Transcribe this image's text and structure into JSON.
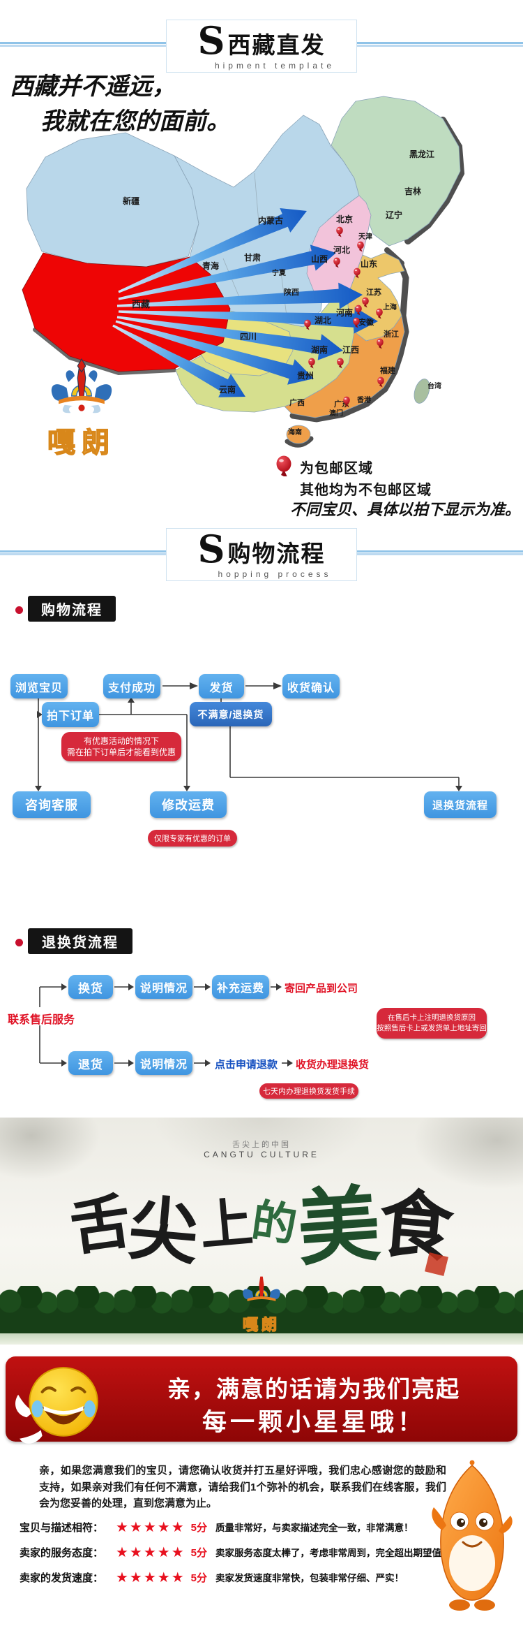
{
  "header1": {
    "s_prefix": "S",
    "title": "西藏直发",
    "subtitle": "hipment template"
  },
  "intro": {
    "line1": "西藏并不遥远，",
    "line2": "我就在您的面前。"
  },
  "map": {
    "tibet_color": "#ee0505",
    "provinces": [
      {
        "name": "黑龙江",
        "pinned": false
      },
      {
        "name": "吉林",
        "pinned": false
      },
      {
        "name": "辽宁",
        "pinned": false
      },
      {
        "name": "新疆",
        "pinned": false
      },
      {
        "name": "内蒙古",
        "pinned": false
      },
      {
        "name": "青海",
        "pinned": false
      },
      {
        "name": "甘肃",
        "pinned": false
      },
      {
        "name": "宁夏",
        "pinned": false
      },
      {
        "name": "陕西",
        "pinned": false
      },
      {
        "name": "北京",
        "pinned": true
      },
      {
        "name": "天津",
        "pinned": true
      },
      {
        "name": "山西",
        "pinned": false
      },
      {
        "name": "河北",
        "pinned": true
      },
      {
        "name": "山东",
        "pinned": true
      },
      {
        "name": "江苏",
        "pinned": true
      },
      {
        "name": "上海",
        "pinned": true
      },
      {
        "name": "安徽",
        "pinned": true
      },
      {
        "name": "浙江",
        "pinned": true
      },
      {
        "name": "河南",
        "pinned": true
      },
      {
        "name": "湖北",
        "pinned": true
      },
      {
        "name": "湖南",
        "pinned": true
      },
      {
        "name": "江西",
        "pinned": true
      },
      {
        "name": "福建",
        "pinned": true
      },
      {
        "name": "贵州",
        "pinned": false
      },
      {
        "name": "四川",
        "pinned": false
      },
      {
        "name": "云南",
        "pinned": false
      },
      {
        "name": "广西",
        "pinned": false
      },
      {
        "name": "广东",
        "pinned": true
      },
      {
        "name": "香港",
        "pinned": false
      },
      {
        "name": "澳门",
        "pinned": false
      },
      {
        "name": "台湾",
        "pinned": false
      },
      {
        "name": "海南",
        "pinned": false
      },
      {
        "name": "西藏",
        "pinned": false
      }
    ],
    "legend": {
      "line1": "为包邮区域",
      "line2": "其他均为不包邮区域"
    },
    "note": "不同宝贝、具体以拍下显示为准。"
  },
  "logo": {
    "text": "嘎朗"
  },
  "header2": {
    "s_prefix": "S",
    "title": "购物流程",
    "subtitle": "hopping process"
  },
  "flow1": {
    "title": "购物流程",
    "browse": "浏览宝贝",
    "pay": "支付成功",
    "ship": "发货",
    "confirm": "收货确认",
    "order": "拍下订单",
    "unsatisfied": "不满意/退换货",
    "note1_line1": "有优惠活动的情况下",
    "note1_line2": "需在拍下订单后才能看到优惠",
    "consult": "咨询客服",
    "modify": "修改运费",
    "note2": "仅限专家有优惠的订单",
    "return_box": "退换货流程"
  },
  "flow2": {
    "title": "退换货流程",
    "start": "联系售后服务",
    "exchange": "换货",
    "explain_a": "说明情况",
    "add_fee": "补充运费",
    "send_back": "寄回产品到公司",
    "note_a_line1": "在售后卡上注明退换货原因",
    "note_a_line2": "按照售后卡上或发货单上地址寄回",
    "refund": "退货",
    "explain_b": "说明情况",
    "apply_refund": "点击申请退款",
    "receive": "收货办理退换货",
    "note_b": "七天内办理退换货发货手续"
  },
  "banner": {
    "top_cn": "舌尖上的中国",
    "top_en": "CANGTU CULTURE",
    "chars": [
      "舌",
      "尖",
      "上",
      "的",
      "美",
      "食"
    ],
    "logo_text": "嘎朗"
  },
  "promo": {
    "line1": "亲，满意的话请为我们亮起",
    "line2": "每一颗小星星哦！"
  },
  "footer": {
    "paragraph": "亲，如果您满意我们的宝贝，请您确认收货并打五星好评哦，我们忠心感谢您的鼓励和支持，如果亲对我们有任何不满意，请给我们1个弥补的机会，联系我们在线客服，我们会为您妥善的处理，直到您满意为止。",
    "ratings": [
      {
        "label": "宝贝与描述相符：",
        "stars": "★★★★★",
        "score": "5分",
        "desc": "质量非常好，与卖家描述完全一致，非常满意！"
      },
      {
        "label": "卖家的服务态度：",
        "stars": "★★★★★",
        "score": "5分",
        "desc": "卖家服务态度太棒了，考虑非常周到，完全超出期望值！"
      },
      {
        "label": "卖家的发货速度：",
        "stars": "★★★★★",
        "score": "5分",
        "desc": "卖家发货速度非常快，包装非常仔细、严实！"
      }
    ]
  },
  "colors": {
    "flow_blue": "#4a9de6",
    "note_red": "#d6293b",
    "star_red": "#e8101e",
    "banner_red": "#a50b0b",
    "map_free_region": "#ee0505"
  }
}
